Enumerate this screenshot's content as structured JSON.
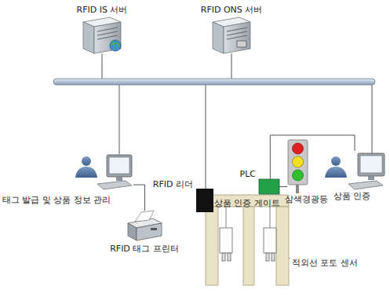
{
  "diagram": {
    "nodes": [
      {
        "text": [
          "RFID IS 서버"
        ]
      },
      {
        "text": [
          "RFID ONS 서버"
        ]
      },
      {
        "text": [
          "태그 발급 및 상품 정보 관리"
        ]
      },
      {
        "text": [
          "RFID 태그 프린터"
        ]
      },
      {
        "text": [
          "RFID 리더"
        ]
      },
      {
        "text": [
          "PLC"
        ]
      },
      {
        "text": [
          "삼색경광등"
        ]
      },
      {
        "text": [
          "상품 인증"
        ]
      },
      {
        "text": [
          "적외선 포토 센서"
        ]
      },
      {
        "text": [
          "상품 인증 게이트"
        ]
      }
    ],
    "edges": [
      {
        "from": 2,
        "to": 3,
        "arrow": "none"
      },
      {
        "from": 5,
        "to": 6,
        "arrow": "none"
      },
      {
        "from": 5,
        "to": 7,
        "arrow": "none"
      }
    ]
  }
}
